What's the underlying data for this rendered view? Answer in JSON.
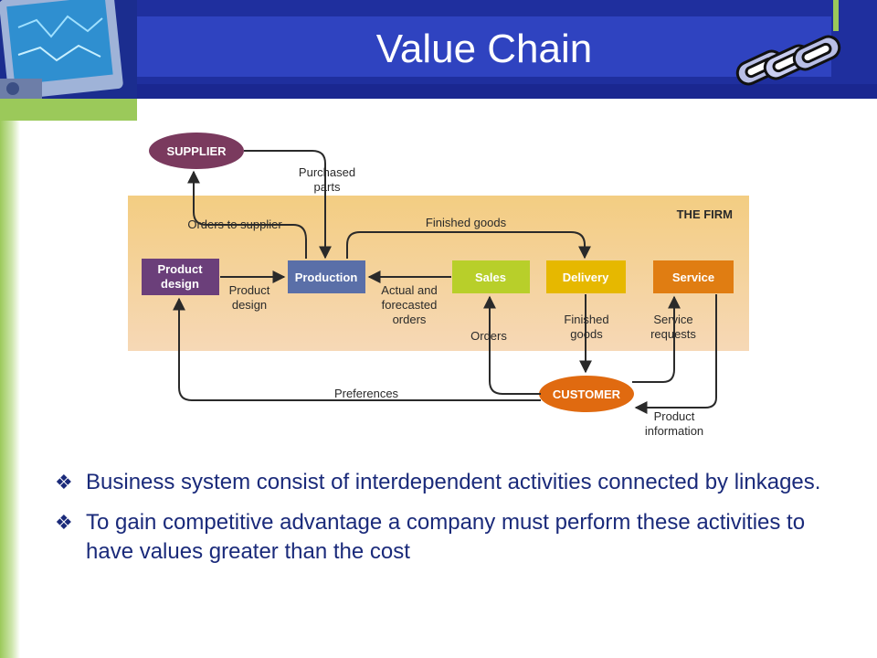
{
  "slide": {
    "title": "Value Chain",
    "bullets": [
      "Business system consist of interdependent activities connected by linkages.",
      "To gain competitive advantage a company must perform these activities to have values greater than the cost"
    ]
  },
  "diagram": {
    "firm_label": "THE FIRM",
    "nodes": {
      "supplier": "SUPPLIER",
      "product_design": [
        "Product",
        "design"
      ],
      "production": "Production",
      "sales": "Sales",
      "delivery": "Delivery",
      "service": "Service",
      "customer": "CUSTOMER"
    },
    "flows": {
      "purchased_parts": [
        "Purchased",
        "parts"
      ],
      "orders_to_supplier": "Orders to supplier",
      "finished_goods_top": "Finished goods",
      "product_design_flow": [
        "Product",
        "design"
      ],
      "actual_forecasted_orders": [
        "Actual and",
        "forecasted",
        "orders"
      ],
      "orders": "Orders",
      "finished_goods_bottom": [
        "Finished",
        "goods"
      ],
      "service_requests": [
        "Service",
        "requests"
      ],
      "preferences": "Preferences",
      "product_information": [
        "Product",
        "information"
      ]
    },
    "colors": {
      "supplier": "#7a3a5e",
      "product_design": "#6b3f7a",
      "production": "#5a6fa8",
      "sales": "#b8cf2a",
      "delivery": "#e6b800",
      "service": "#e07d12",
      "customer": "#e06a10",
      "firm_band": "#f1cb88",
      "arrow": "#2a2a2a"
    }
  },
  "icons": {
    "bullet": "diamond-bullet-icon",
    "header_image": "monitor-icon",
    "chain": "chain-link-icon"
  }
}
